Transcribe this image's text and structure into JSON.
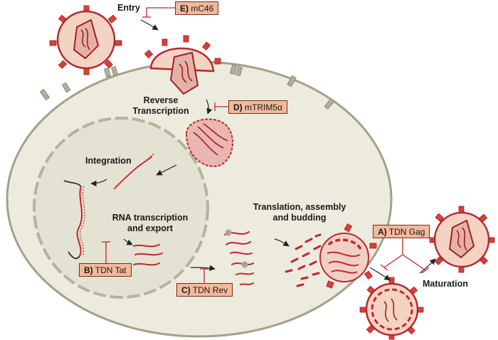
{
  "colors": {
    "cell_fill": "#ecebdd",
    "cell_outline": "#9e9c86",
    "nucleus_fill": "#e4e2d2",
    "virus_red": "#c1272d",
    "virus_inner": "#f5d3c4",
    "spike_red": "#d8403a",
    "label_box": "#f2b99a"
  },
  "labels": {
    "entry": "Entry",
    "reverse_transcription_line1": "Reverse",
    "reverse_transcription_line2": "Transcription",
    "integration": "Integration",
    "rna_line1": "RNA transcription",
    "rna_line2": "and export",
    "translation_line1": "Translation, assembly",
    "translation_line2": "and budding",
    "maturation": "Maturation"
  },
  "inhibitors": [
    {
      "id": "E",
      "tag": "E)",
      "name": "mC46"
    },
    {
      "id": "D",
      "tag": "D)",
      "name": "mTRIM5α"
    },
    {
      "id": "B",
      "tag": "B)",
      "name": "TDN Tat"
    },
    {
      "id": "C",
      "tag": "C)",
      "name": "TDN Rev"
    },
    {
      "id": "A",
      "tag": "A)",
      "name": "TDN Gag"
    }
  ]
}
